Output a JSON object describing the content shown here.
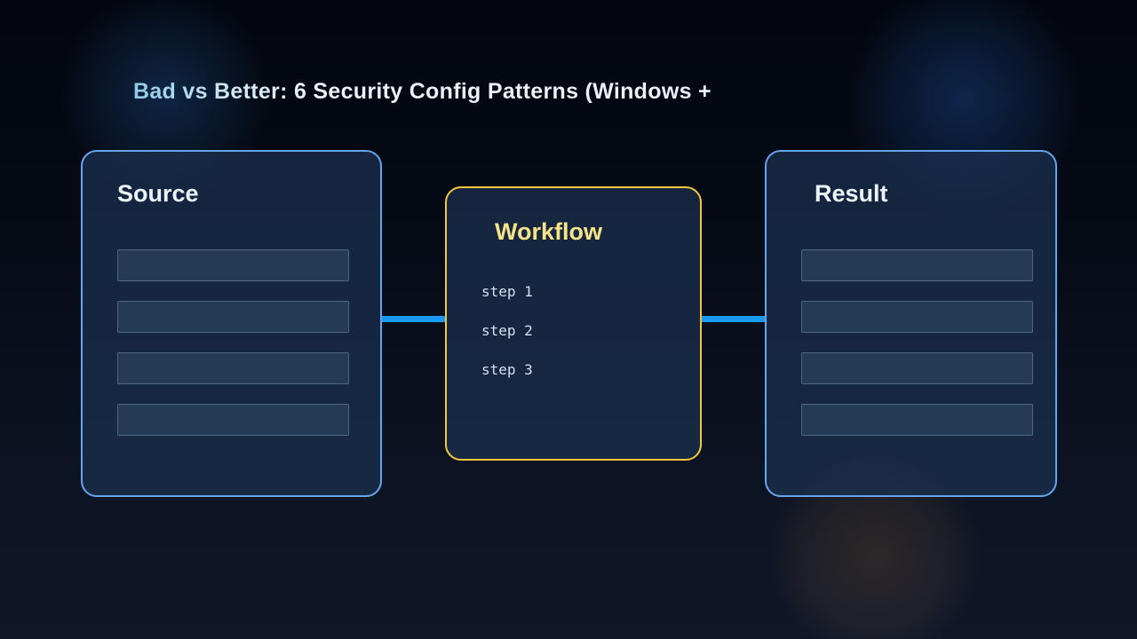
{
  "title": "Bad vs Better: 6 Security Config Patterns (Windows +",
  "panels": {
    "source": {
      "heading": "Source",
      "rows": [
        "",
        "",
        "",
        ""
      ]
    },
    "workflow": {
      "heading": "Workflow",
      "steps": [
        "step 1",
        "step 2",
        "step 3"
      ]
    },
    "result": {
      "heading": "Result",
      "rows": [
        "",
        "",
        "",
        ""
      ]
    }
  },
  "connectors": [
    {
      "from": "source",
      "to": "workflow"
    },
    {
      "from": "workflow",
      "to": "result"
    }
  ],
  "colors": {
    "background_top": "#03060e",
    "background_bottom": "#101729",
    "panel_fill": "#16263c",
    "panel_border_blue": "#66a6f0",
    "panel_border_yellow": "#f2c73e",
    "connector_blue": "#1b9af2",
    "heading_light": "#eaf4fa",
    "heading_yellow": "#f8e287",
    "step_text": "#d3e2ee",
    "row_fill": "#253b55",
    "title_text": "#eaf3f9"
  }
}
